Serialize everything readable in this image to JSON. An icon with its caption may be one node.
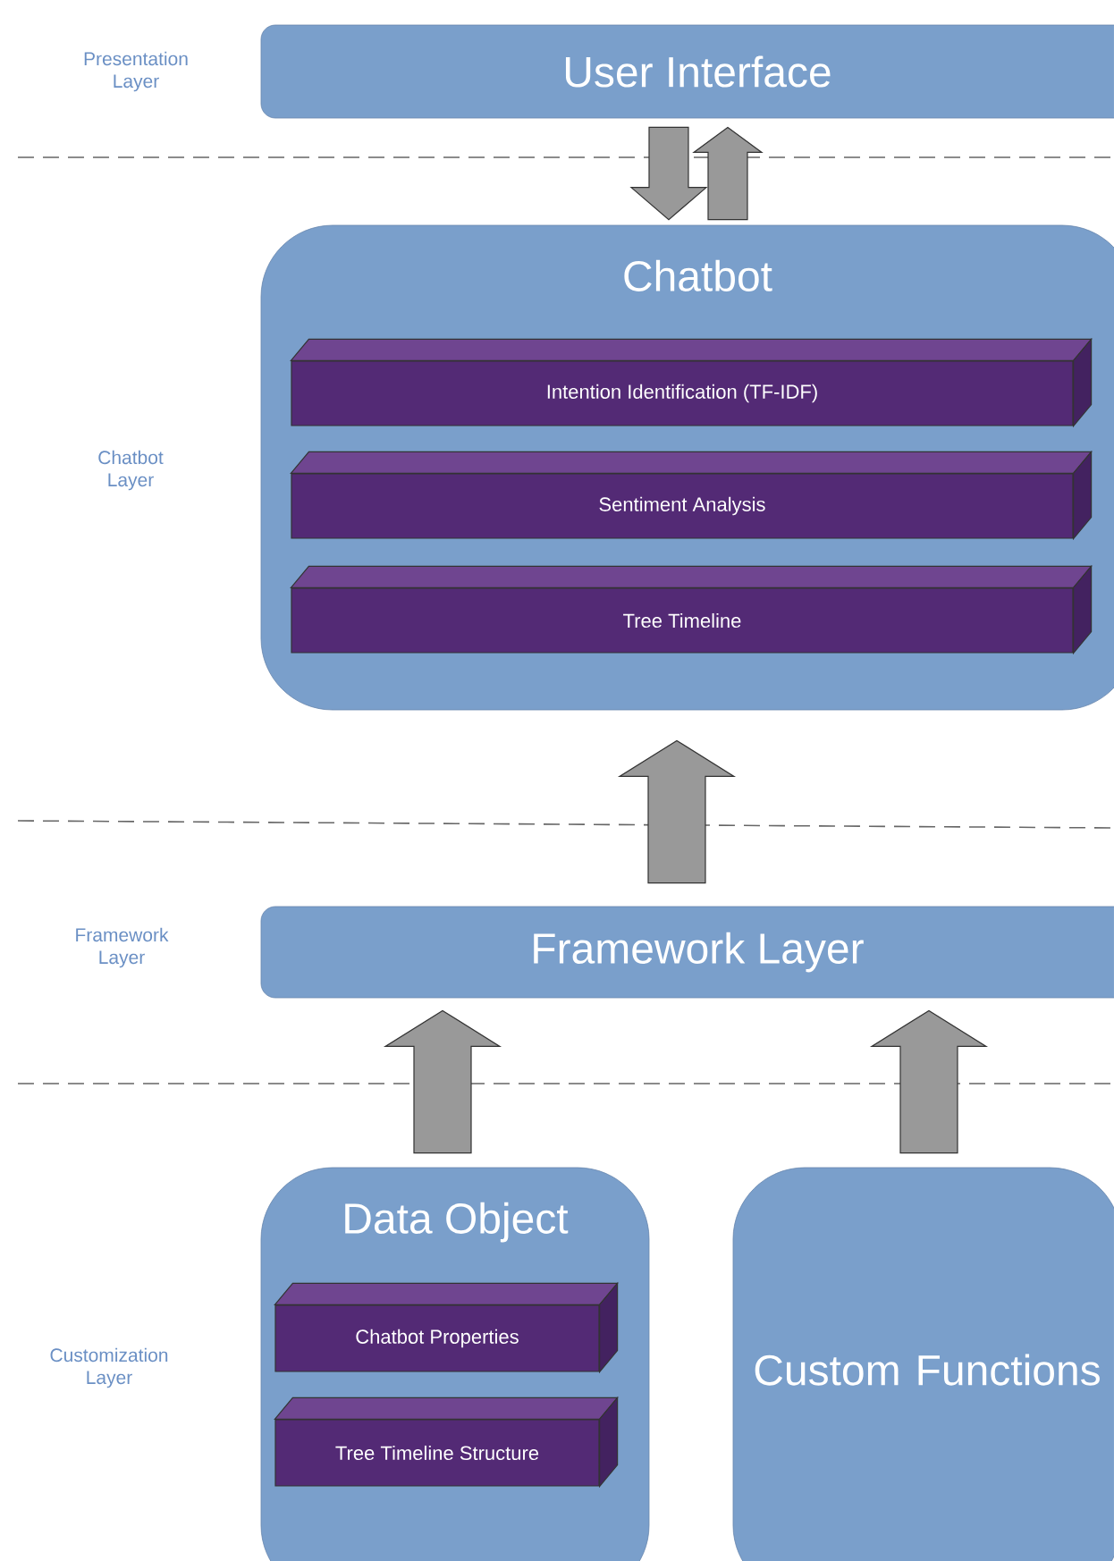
{
  "diagram": {
    "nodes": [
      {
        "text": [
          "User Interface"
        ]
      },
      {
        "text": [
          "Chatbot"
        ]
      },
      {
        "text": [
          "Intention Identification (TF-IDF)"
        ],
        "in": 1
      },
      {
        "text": [
          "Sentiment Analysis"
        ],
        "in": 1
      },
      {
        "text": [
          "Tree Timeline"
        ],
        "in": 1
      },
      {
        "text": [
          "Framework Layer"
        ]
      },
      {
        "text": [
          "Data Object"
        ]
      },
      {
        "text": [
          "Chatbot Properties"
        ],
        "in": 6
      },
      {
        "text": [
          "Tree Timeline Structure"
        ],
        "in": 6
      },
      {
        "text": [
          "Custom Functions"
        ]
      }
    ],
    "edges": [
      {
        "from": 0,
        "to": 1,
        "arrow": "to"
      },
      {
        "from": 1,
        "to": 0,
        "arrow": "to"
      },
      {
        "from": 5,
        "to": 1,
        "arrow": "to"
      },
      {
        "from": 6,
        "to": 5,
        "arrow": "to"
      },
      {
        "from": 9,
        "to": 5,
        "arrow": "to"
      }
    ],
    "labels": [
      "Presentation Layer",
      "Chatbot Layer",
      "Framework Layer",
      "Customization Layer"
    ]
  }
}
